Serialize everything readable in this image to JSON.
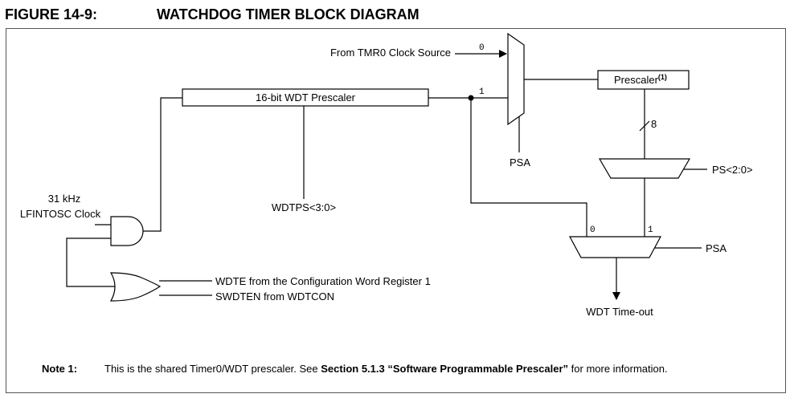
{
  "figure": {
    "number": "FIGURE 14-9:",
    "title": "WATCHDOG TIMER BLOCK DIAGRAM"
  },
  "diagram": {
    "wdt_prescaler_label": "16-bit WDT Prescaler",
    "prescaler_label": "Prescaler",
    "prescaler_superscript": "(1)",
    "tmr0_source_label": "From TMR0 Clock Source",
    "mux1_input0": "0",
    "mux1_input1": "1",
    "psa_label_upper": "PSA",
    "bus_width": "8",
    "ps_label": "PS<2:0>",
    "wdtps_label": "WDTPS<3:0>",
    "clock_label_line1": "31 kHz",
    "clock_label_line2": "LFINTOSC Clock",
    "wdte_label": "WDTE from the Configuration Word Register 1",
    "swdten_label": "SWDTEN from WDTCON",
    "mux2_input0": "0",
    "mux2_input1": "1",
    "psa_label_lower": "PSA",
    "timeout_label": "WDT Time-out"
  },
  "note": {
    "head": "Note   1:",
    "text_before": "This is the shared Timer0/WDT prescaler. See ",
    "section_ref": "Section 5.1.3 “Software Programmable Prescaler”",
    "text_after": " for more information."
  }
}
